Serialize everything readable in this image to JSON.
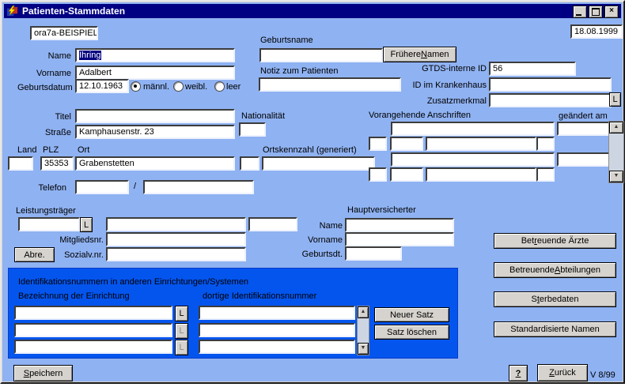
{
  "window": {
    "title": "Patienten-Stammdaten"
  },
  "icons": {
    "scroll_up": "▲",
    "scroll_down": "▼",
    "close": "×"
  },
  "header": {
    "patient_ref": "ora7a-BEISPIEL",
    "date": "18.08.1999"
  },
  "person": {
    "name_label": "Name",
    "name": "Ihring",
    "vorname_label": "Vorname",
    "vorname": "Adalbert",
    "geburtsdatum_label": "Geburtsdatum",
    "geburtsdatum": "12.10.1963",
    "gender": {
      "maennlich": "männl.",
      "weiblich": "weibl.",
      "leer": "leer",
      "selected": "männl."
    },
    "geburtsname_label": "Geburtsname",
    "geburtsname": "",
    "fruehere_namen_button": "Frühere Namen",
    "notiz_label": "Notiz zum Patienten",
    "notiz": "",
    "titel_label": "Titel",
    "titel": "",
    "nationalitaet_label": "Nationalität",
    "nationalitaet": ""
  },
  "ids": {
    "gtds_label": "GTDS-interne ID",
    "gtds": "56",
    "krankenhaus_label": "ID im Krankenhaus",
    "krankenhaus": "",
    "zusatz_label": "Zusatzmerkmal",
    "zusatz": "",
    "lookup_button": "L"
  },
  "address": {
    "strasse_label": "Straße",
    "strasse": "Kamphausenstr. 23",
    "land_label": "Land",
    "land": "",
    "plz_label": "PLZ",
    "plz": "35353",
    "ort_label": "Ort",
    "ort": "Grabenstetten",
    "ortskennzahl_label": "Ortskennzahl (generiert)",
    "ortskennzahl": "",
    "telefon_label": "Telefon",
    "telefon_vorwahl": "",
    "telefon_nummer": "",
    "slash": "/"
  },
  "previous_addresses": {
    "label": "Vorangehende Anschriften",
    "changed_label": "geändert am",
    "records": [
      {
        "strasse": "",
        "geaendert_am": "",
        "land": "",
        "plz": "",
        "ort": "",
        "zusatz": ""
      },
      {
        "strasse": "",
        "geaendert_am": "",
        "land": "",
        "plz": "",
        "ort": "",
        "zusatz": ""
      }
    ]
  },
  "insurance": {
    "leistungstraeger_label": "Leistungsträger",
    "leistungstraeger_nr": "",
    "lookup_button": "L",
    "leistungstraeger_name": "",
    "leistungstraeger_zusatz": "",
    "mitgliedsnr_label": "Mitgliedsnr.",
    "mitgliedsnr": "",
    "abre_button": "Abre.",
    "sozialvnr_label": "Sozialv.nr.",
    "sozialvnr": ""
  },
  "hauptversicherter": {
    "label": "Hauptversicherter",
    "name_label": "Name",
    "name": "",
    "vorname_label": "Vorname",
    "vorname": "",
    "geburtsdt_label": "Geburtsdt.",
    "geburtsdt": ""
  },
  "id_panel": {
    "title": "Identifikationsnummern in anderen Einrichtungen/Systemen",
    "col1_label": "Bezeichnung der Einrichtung",
    "col2_label": "dortige Identifikationsnummer",
    "lookup_button": "L",
    "rows": [
      {
        "einrichtung": "",
        "nummer": ""
      },
      {
        "einrichtung": "",
        "nummer": ""
      },
      {
        "einrichtung": "",
        "nummer": ""
      }
    ],
    "neuer_satz_button": "Neuer Satz",
    "satz_loeschen_button": "Satz löschen"
  },
  "side_buttons": {
    "aerzte": "Betreuende Ärzte",
    "abteilungen": "Betreuende Abteilungen",
    "sterbedaten": "Sterbedaten",
    "namen": "Standardisierte Namen"
  },
  "footer": {
    "speichern_button": "Speichern",
    "help_button": "?",
    "zurueck_button": "Zurück",
    "version": "V 8/99"
  }
}
